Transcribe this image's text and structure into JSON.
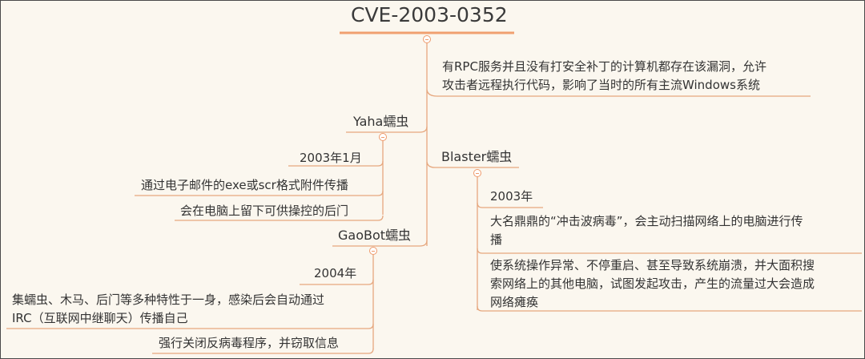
{
  "root": {
    "title": "CVE-2003-0352"
  },
  "summary": "有RPC服务并且没有打安全补丁的计算机都存在该漏洞，允许攻击者远程执行代码，影响了当时的所有主流Windows系统",
  "summary_lines": [
    "有RPC服务并且没有打安全补丁的计算机都存在该漏洞，允许",
    "攻击者远程执行代码，影响了当时的所有主流Windows系统"
  ],
  "yaha": {
    "label": "Yaha蠕虫",
    "children": [
      "2003年1月",
      "通过电子邮件的exe或scr格式附件传播",
      "会在电脑上留下可供操控的后门"
    ]
  },
  "blaster": {
    "label": "Blaster蠕虫",
    "year": "2003年",
    "details": [
      [
        "大名鼎鼎的“冲击波病毒”，会主动扫描网络上的电脑进行传",
        "播"
      ],
      [
        "使系统操作异常、不停重启、甚至导致系统崩溃，并大面积搜",
        "索网络上的其他电脑，试图发起攻击，产生的流量过大会造成",
        "网络瘫痪"
      ]
    ]
  },
  "gaobot": {
    "label": "GaoBot蠕虫",
    "year": "2004年",
    "details": [
      [
        "集蠕虫、木马、后门等多种特性于一身，感染后会自动通过",
        "IRC（互联网中继聊天）传播自己"
      ],
      [
        "强行关闭反病毒程序，并窃取信息"
      ]
    ]
  },
  "colors": {
    "accent": "#f0a070",
    "line": "#e6a77e",
    "frame": "#4a4a4a"
  }
}
